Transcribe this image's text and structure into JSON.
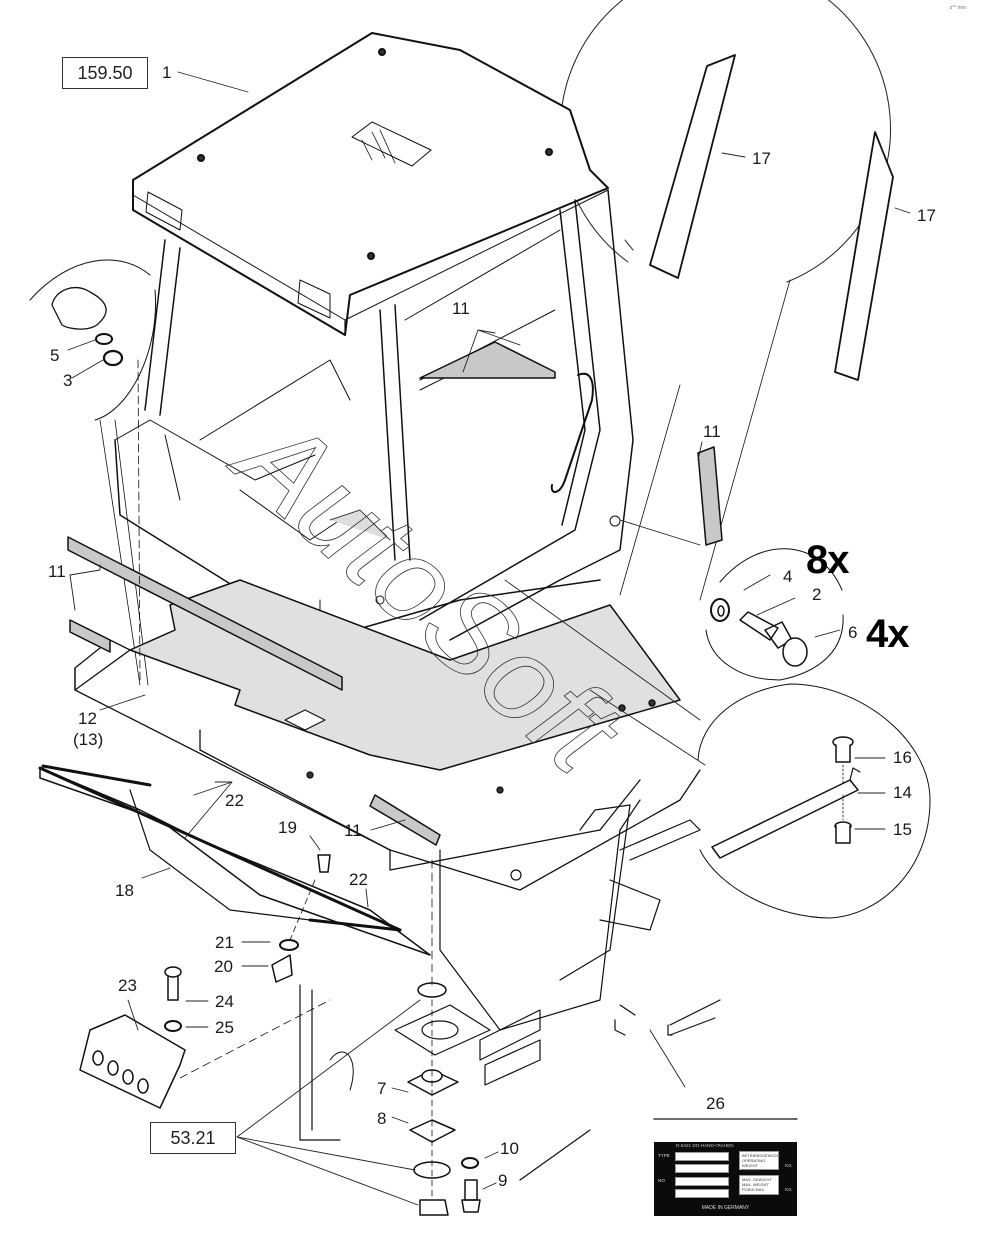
{
  "diagram": {
    "title": "Cab assembly exploded parts view",
    "corner_mark": "z°° nnn",
    "watermark": "AutoSoft",
    "reference_boxes": [
      {
        "id": "ref-top",
        "text": "159.50"
      },
      {
        "id": "ref-bottom",
        "text": "53.21"
      }
    ],
    "callouts": {
      "c1": "1",
      "c2": "2",
      "c3": "3",
      "c4": "4",
      "c5": "5",
      "c6": "6",
      "c7": "7",
      "c8": "8",
      "c9": "9",
      "c10": "10",
      "c11a": "11",
      "c11b": "11",
      "c11c": "11",
      "c11d": "11",
      "c12": "12",
      "c13": "(13)",
      "c14": "14",
      "c15": "15",
      "c16": "16",
      "c17a": "17",
      "c17b": "17",
      "c18": "18",
      "c19": "19",
      "c20": "20",
      "c21": "21",
      "c22a": "22",
      "c22b": "22",
      "c23": "23",
      "c24": "24",
      "c25": "25",
      "c26": "26"
    },
    "quantities": {
      "q8x": "8x",
      "q4x": "4x"
    },
    "nameplate": {
      "title": "D-5421 DO-HAND-I'RAHEN",
      "type_label": "TYPE",
      "no_label": "NO",
      "weight_box_1": [
        "BETRIEBSGEWICHT",
        "OPERATING WEIGHT",
        "POIDS DE SERVICE"
      ],
      "weight_box_2": [
        "MAX. GEWICHT",
        "MAX. WEIGHT",
        "POIDS MAX"
      ],
      "unit_1": "KG",
      "unit_2": "KG",
      "footer": "MADE IN GERMANY"
    }
  }
}
